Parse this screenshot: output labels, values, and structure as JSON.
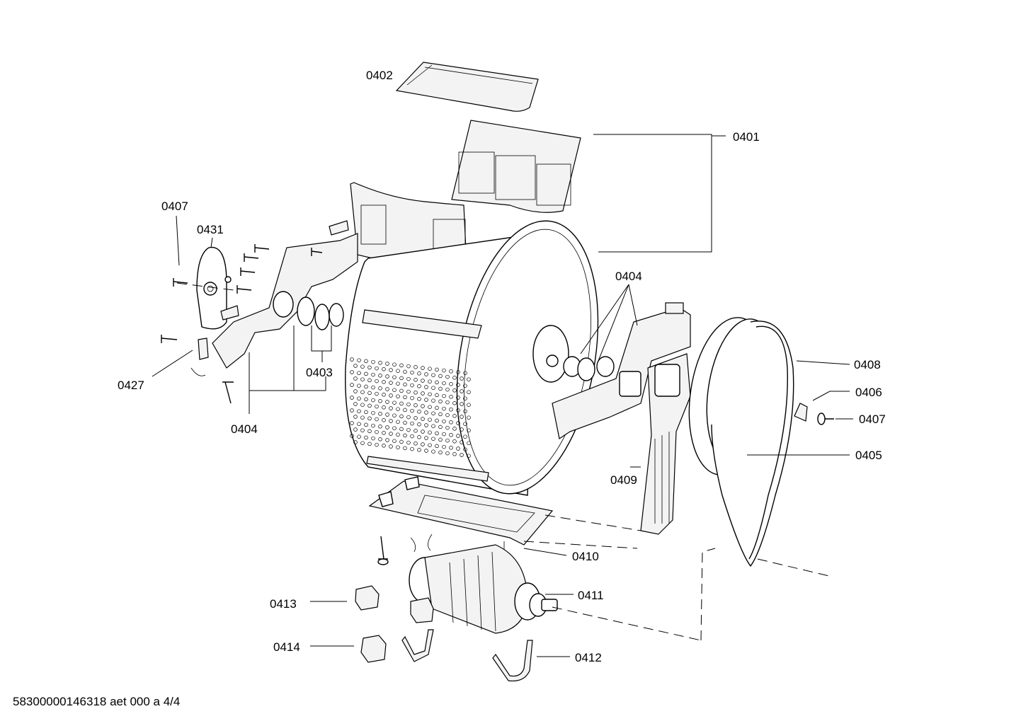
{
  "labels": {
    "p0401": "0401",
    "p0402": "0402",
    "p0403": "0403",
    "p0404_right": "0404",
    "p0404_bottom": "0404",
    "p0405": "0405",
    "p0406": "0406",
    "p0407_left": "0407",
    "p0407_right": "0407",
    "p0408": "0408",
    "p0409": "0409",
    "p0410": "0410",
    "p0411": "0411",
    "p0412": "0412",
    "p0413": "0413",
    "p0414": "0414",
    "p0427": "0427",
    "p0431": "0431"
  },
  "footer": {
    "document_id": "58300000146318 aet 000 a 4/4"
  }
}
